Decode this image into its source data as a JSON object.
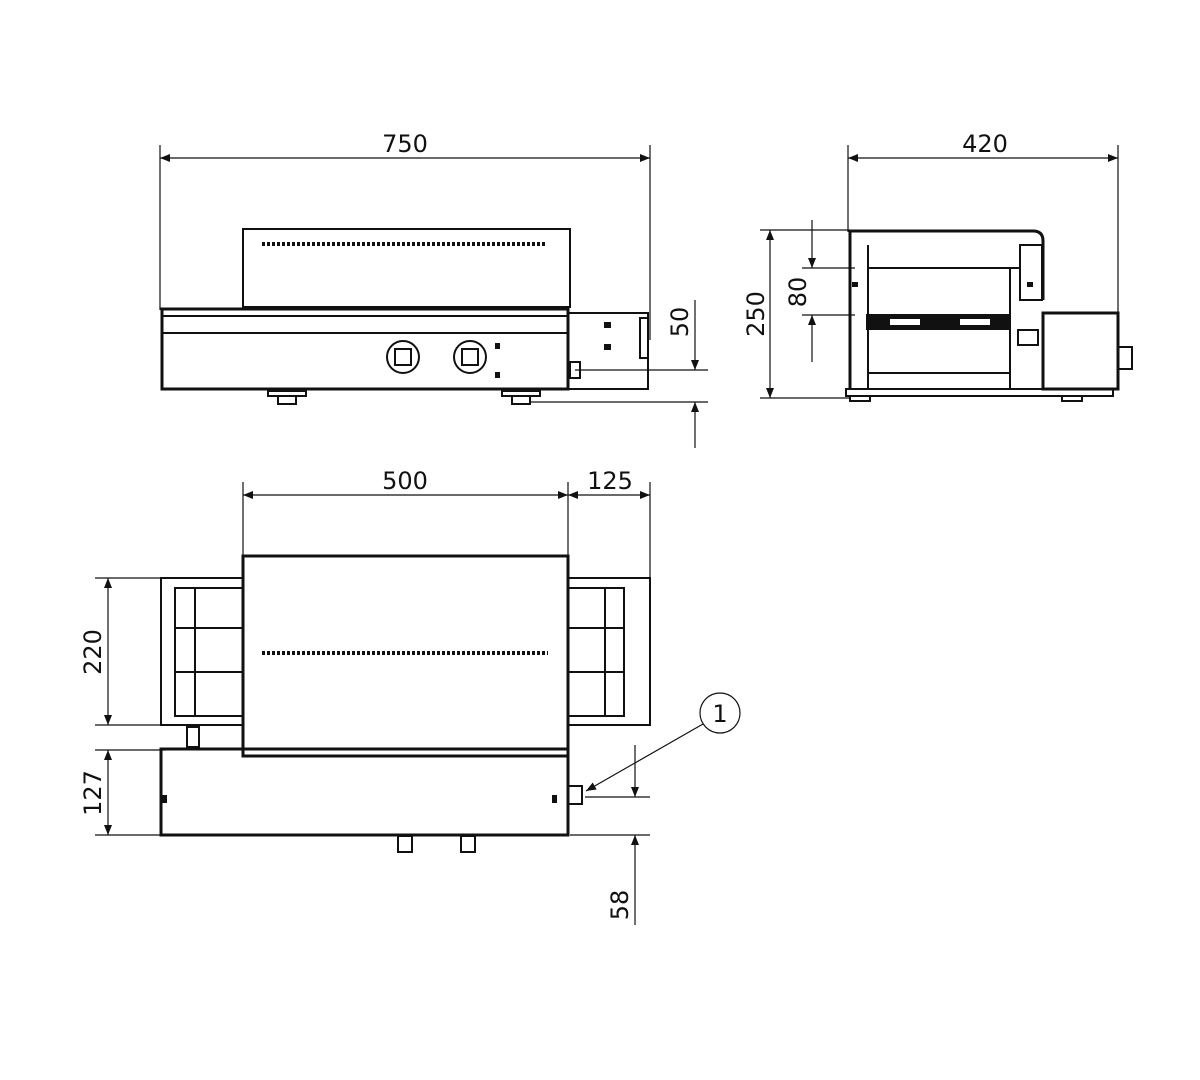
{
  "dimensions": {
    "front_width": "750",
    "front_height_offset": "50",
    "side_depth": "420",
    "side_height": "250",
    "side_opening": "80",
    "top_body_width": "500",
    "top_module_width": "125",
    "top_conveyor_depth": "220",
    "top_control_depth": "127",
    "top_connector_offset": "58"
  },
  "callouts": {
    "connector": "1"
  },
  "colors": {
    "line": "#111111",
    "background": "#ffffff"
  }
}
